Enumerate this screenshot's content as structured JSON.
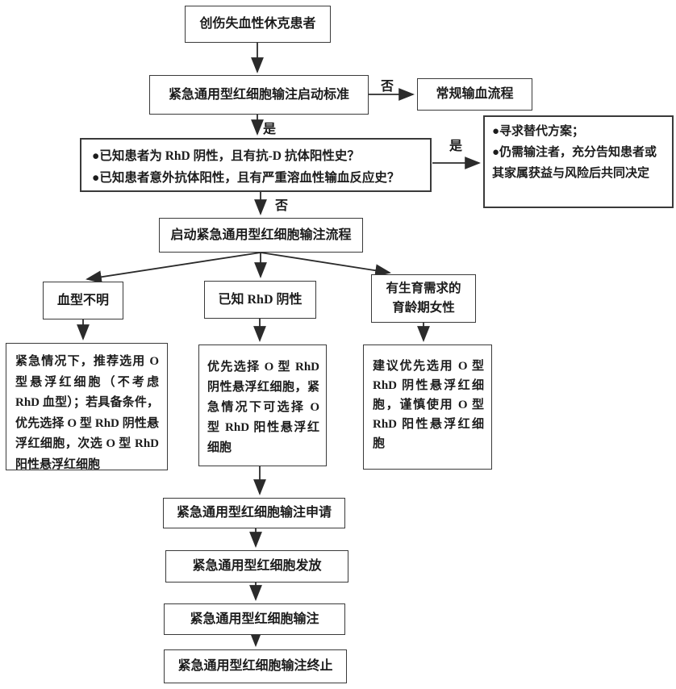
{
  "diagram": {
    "ink_color": "#2b2b2b",
    "border_color": "#3a3a3a",
    "background_color": "#ffffff",
    "nodes": {
      "patient": "创伤失血性休克患者",
      "criteria": "紧急通用型红细胞输注启动标准",
      "routine": "常规输血流程",
      "decision_line1": "●已知患者为 RhD 阴性，且有抗-D 抗体阳性史？",
      "decision_line2": "●已知患者意外抗体阳性，且有严重溶血性输血反应史？",
      "alternative_line1": "●寻求替代方案；",
      "alternative_line2": "●仍需输注者，充分告知患者或其家属获益与风险后共同决定",
      "initiate": "启动紧急通用型红细胞输注流程",
      "branch_unknown_type": "血型不明",
      "branch_rhd_negative": "已知 RhD 阴性",
      "branch_fertility_line1": "有生育需求的",
      "branch_fertility_line2": "育龄期女性",
      "detail_unknown_type": "紧急情况下，推荐选用 O 型悬浮红细胞（不考虑 RhD 血型）；若具备条件，优先选择 O 型 RhD 阴性悬浮红细胞，次选 O 型 RhD 阳性悬浮红细胞",
      "detail_rhd_negative": "优先选择 O 型 RhD 阴性悬浮红细胞，紧急情况下可选择 O 型 RhD 阳性悬浮红细胞",
      "detail_fertility": "建议优先选用 O 型 RhD 阴性悬浮红细胞，谨慎使用 O 型 RhD 阳性悬浮红细胞",
      "apply": "紧急通用型红细胞输注申请",
      "issue": "紧急通用型红细胞发放",
      "transfuse": "紧急通用型红细胞输注",
      "terminate": "紧急通用型红细胞输注终止"
    },
    "edge_labels": {
      "criteria_no": "否",
      "criteria_yes": "是",
      "decision_yes": "是",
      "decision_no": "否"
    }
  }
}
